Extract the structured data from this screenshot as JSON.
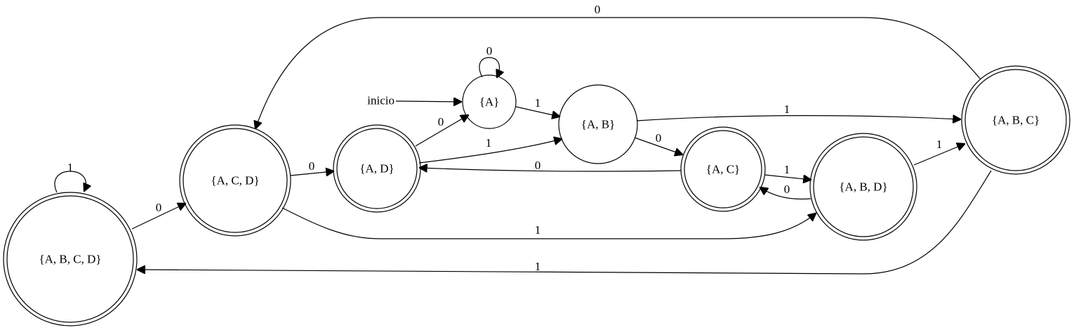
{
  "start_label": "inicio",
  "states": {
    "a": {
      "label": "{A}",
      "accepting": false
    },
    "ab": {
      "label": "{A, B}",
      "accepting": false
    },
    "ad": {
      "label": "{A, D}",
      "accepting": true
    },
    "ac": {
      "label": "{A, C}",
      "accepting": true
    },
    "abd": {
      "label": "{A, B, D}",
      "accepting": true
    },
    "acd": {
      "label": "{A, C, D}",
      "accepting": true
    },
    "abc": {
      "label": "{A, B, C}",
      "accepting": true
    },
    "abcd": {
      "label": "{A, B, C, D}",
      "accepting": true
    }
  },
  "transitions": [
    {
      "from": "a",
      "to": "a",
      "symbol": "0"
    },
    {
      "from": "a",
      "to": "ab",
      "symbol": "1"
    },
    {
      "from": "ab",
      "to": "abc",
      "symbol": "1"
    },
    {
      "from": "ab",
      "to": "ac",
      "symbol": "0"
    },
    {
      "from": "ad",
      "to": "a",
      "symbol": "0"
    },
    {
      "from": "ad",
      "to": "ab",
      "symbol": "1"
    },
    {
      "from": "ac",
      "to": "ad",
      "symbol": "0"
    },
    {
      "from": "ac",
      "to": "abd",
      "symbol": "1"
    },
    {
      "from": "abd",
      "to": "ac",
      "symbol": "0"
    },
    {
      "from": "abd",
      "to": "abc",
      "symbol": "1"
    },
    {
      "from": "acd",
      "to": "ad",
      "symbol": "0"
    },
    {
      "from": "acd",
      "to": "abd",
      "symbol": "1"
    },
    {
      "from": "abc",
      "to": "acd",
      "symbol": "0"
    },
    {
      "from": "abc",
      "to": "abcd",
      "symbol": "1"
    },
    {
      "from": "abcd",
      "to": "acd",
      "symbol": "0"
    },
    {
      "from": "abcd",
      "to": "abcd",
      "symbol": "1"
    }
  ]
}
